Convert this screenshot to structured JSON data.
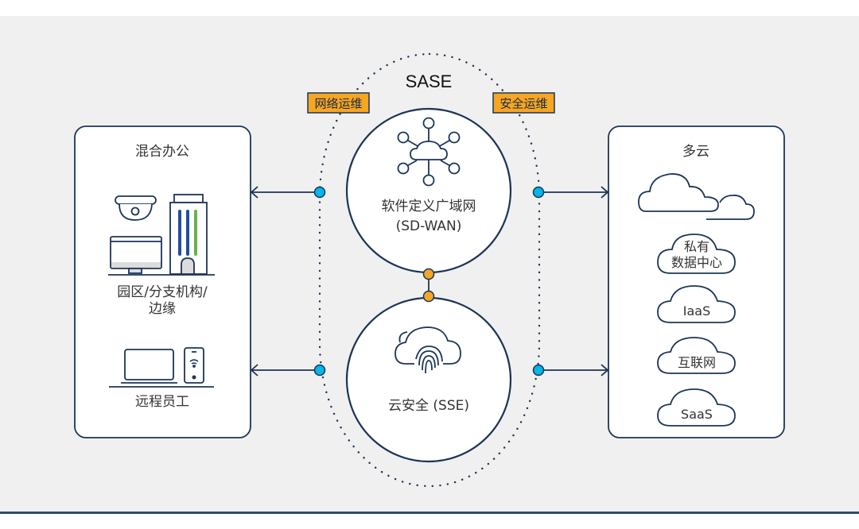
{
  "diagram": {
    "title": "SASE",
    "tags": {
      "network_ops": "网络运维",
      "security_ops": "安全运维"
    },
    "left_panel": {
      "title": "混合办公",
      "groups": [
        {
          "label_line1": "园区/分支机构/",
          "label_line2": "边缘"
        },
        {
          "label_line1": "远程员工"
        }
      ]
    },
    "center": {
      "sdwan": {
        "label_line1": "软件定义广域网",
        "label_line2": "(SD-WAN)"
      },
      "sse": {
        "label": "云安全 (SSE)"
      }
    },
    "right_panel": {
      "title": "多云",
      "clouds": [
        {
          "label_line1": "私有",
          "label_line2": "数据中心"
        },
        {
          "label_line1": "IaaS"
        },
        {
          "label_line1": "互联网"
        },
        {
          "label_line1": "SaaS"
        }
      ]
    },
    "colors": {
      "background": "#f0f0f0",
      "navy": "#1c3557",
      "tag_fill": "#f5a623",
      "connector_cyan": "#00b7e8",
      "connector_orange": "#f5a623",
      "building_blue": "#1f4fa0",
      "building_green": "#6ab04c"
    }
  }
}
